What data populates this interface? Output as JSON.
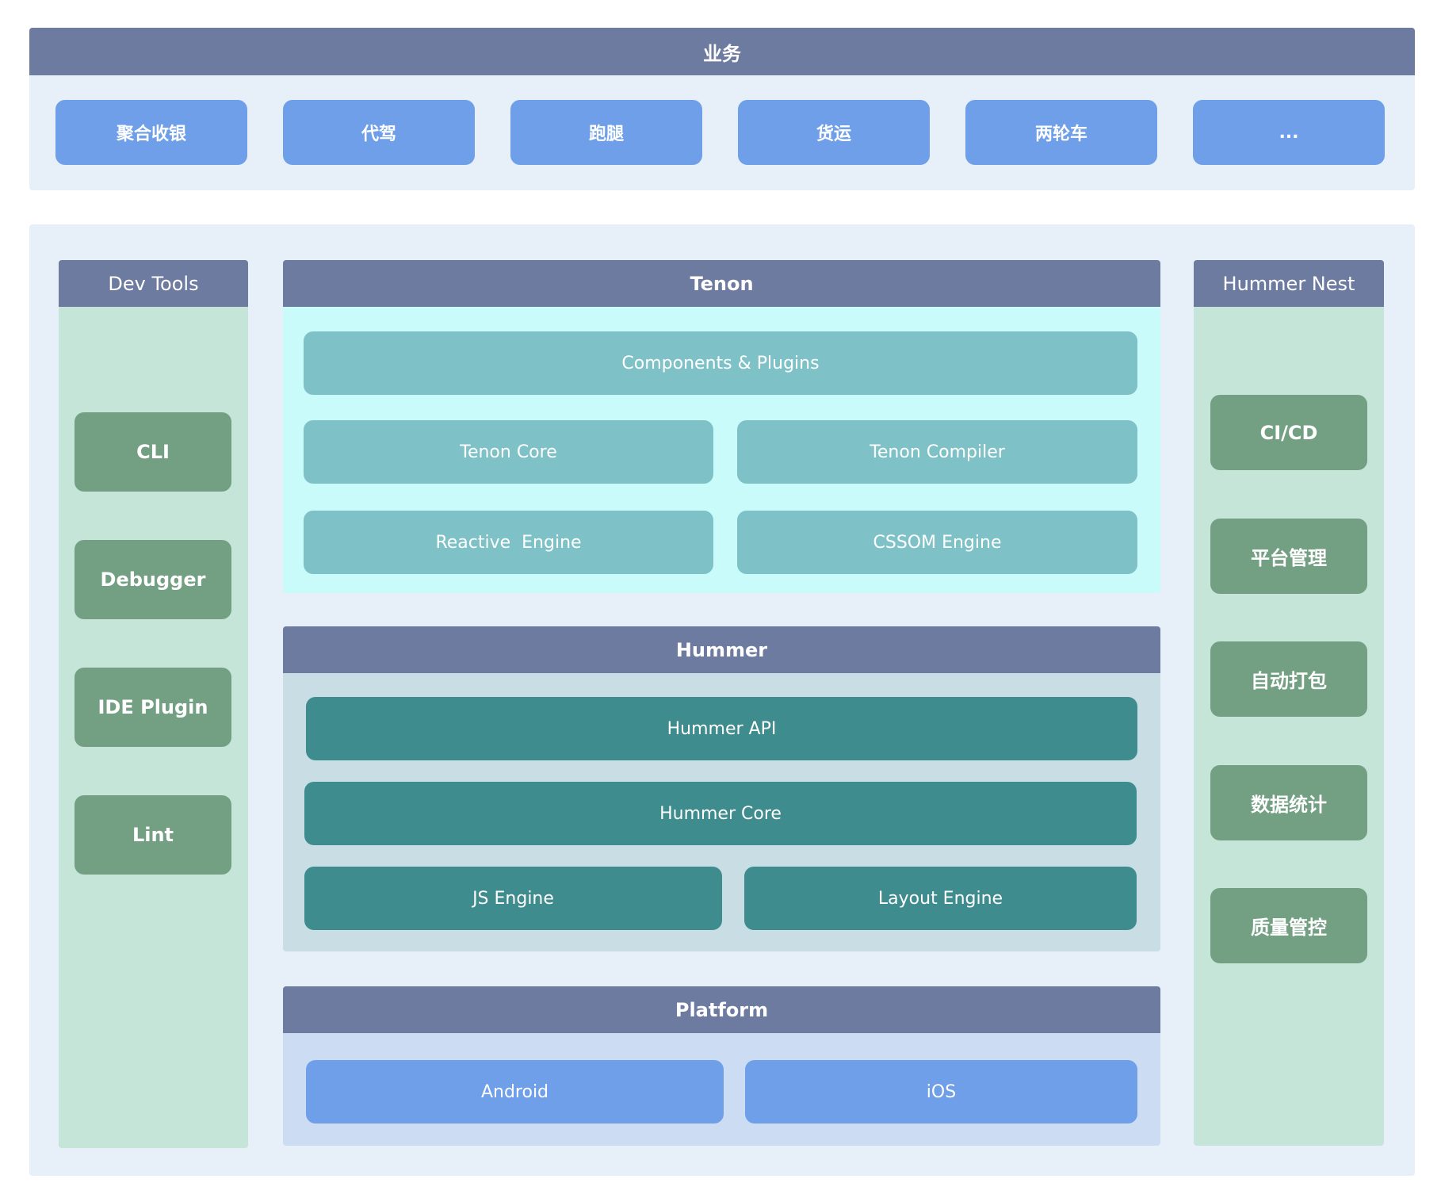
{
  "business": {
    "title": "业务",
    "items": [
      "聚合收银",
      "代驾",
      "跑腿",
      "货运",
      "两轮车",
      "..."
    ]
  },
  "dev_tools": {
    "title": "Dev Tools",
    "items": [
      "CLI",
      "Debugger",
      "IDE Plugin",
      "Lint"
    ]
  },
  "tenon": {
    "title": "Tenon",
    "components": "Components & Plugins",
    "core": "Tenon Core",
    "compiler": "Tenon Compiler",
    "reactive": "Reactive  Engine",
    "cssom": "CSSOM Engine"
  },
  "hummer": {
    "title": "Hummer",
    "api": "Hummer API",
    "core": "Hummer Core",
    "js_engine": "JS Engine",
    "layout_engine": "Layout Engine"
  },
  "platform": {
    "title": "Platform",
    "android": "Android",
    "ios": "iOS"
  },
  "hummer_nest": {
    "title": "Hummer Nest",
    "items": [
      "CI/CD",
      "平台管理",
      "自动打包",
      "数据统计",
      "质量管控"
    ]
  },
  "colors": {
    "header": "#6e7ba1",
    "blue_box": "#6e9fe8",
    "tenon_box": "#7ec2c8",
    "hummer_box": "#3f8c8f",
    "green_box": "#73a083",
    "green_panel": "#c4e5d8",
    "tenon_panel": "#c9fbfb",
    "hummer_panel": "#c9dde5",
    "platform_panel": "#cbdcf3",
    "outer_panel": "#e7eff8"
  }
}
